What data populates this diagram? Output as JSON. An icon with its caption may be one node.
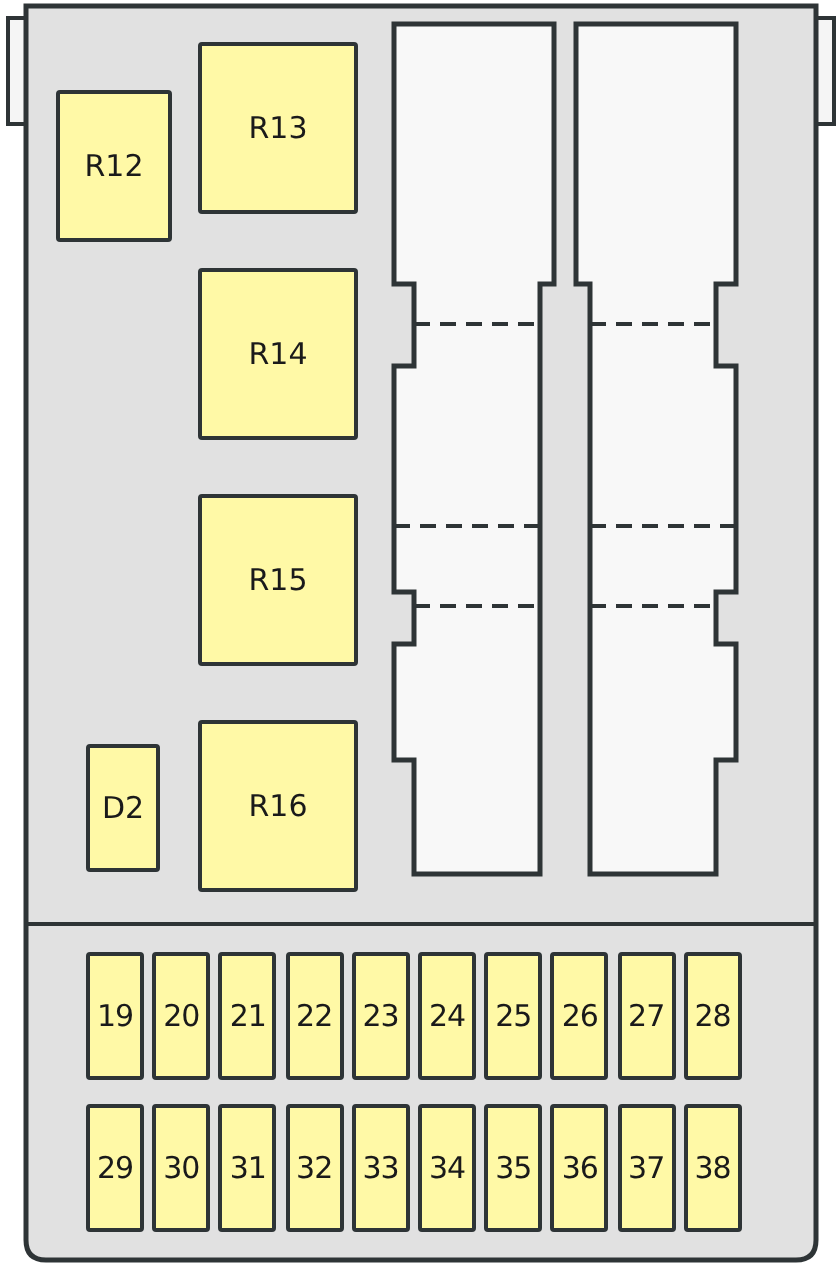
{
  "diagram": {
    "nodes": [
      {
        "text": [
          "R12"
        ]
      },
      {
        "text": [
          "R13"
        ]
      },
      {
        "text": [
          "R14"
        ]
      },
      {
        "text": [
          "R15"
        ]
      },
      {
        "text": [
          "R16"
        ]
      },
      {
        "text": [
          "D2"
        ]
      },
      {
        "text": [
          "19"
        ]
      },
      {
        "text": [
          "20"
        ]
      },
      {
        "text": [
          "21"
        ]
      },
      {
        "text": [
          "22"
        ]
      },
      {
        "text": [
          "23"
        ]
      },
      {
        "text": [
          "24"
        ]
      },
      {
        "text": [
          "25"
        ]
      },
      {
        "text": [
          "26"
        ]
      },
      {
        "text": [
          "27"
        ]
      },
      {
        "text": [
          "28"
        ]
      },
      {
        "text": [
          "29"
        ]
      },
      {
        "text": [
          "30"
        ]
      },
      {
        "text": [
          "31"
        ]
      },
      {
        "text": [
          "32"
        ]
      },
      {
        "text": [
          "33"
        ]
      },
      {
        "text": [
          "34"
        ]
      },
      {
        "text": [
          "35"
        ]
      },
      {
        "text": [
          "36"
        ]
      },
      {
        "text": [
          "37"
        ]
      },
      {
        "text": [
          "38"
        ]
      }
    ]
  }
}
